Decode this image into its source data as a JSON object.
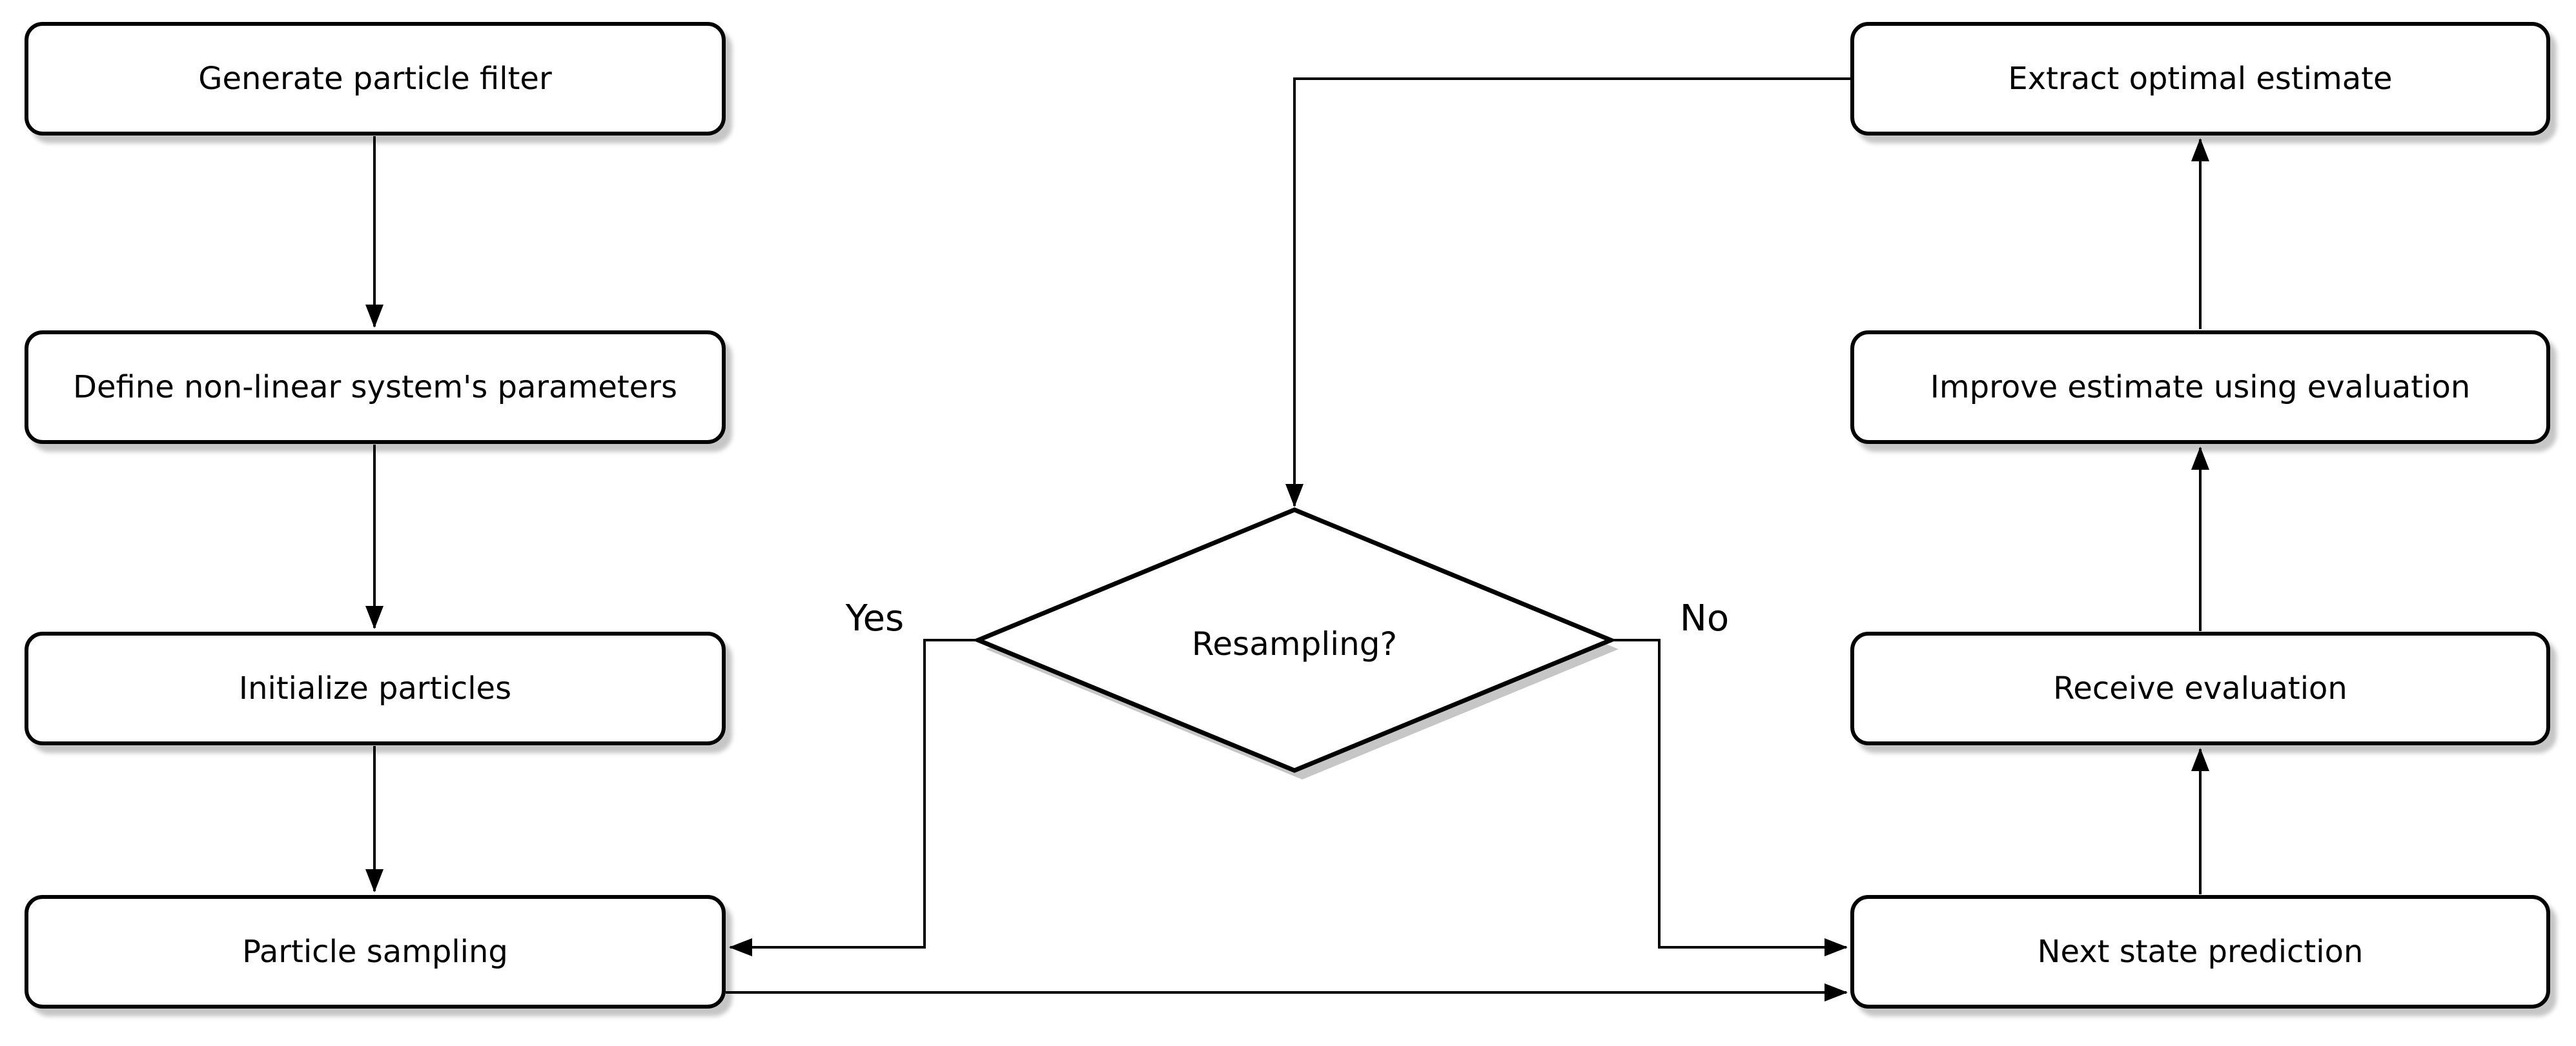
{
  "diagram": {
    "type": "flowchart",
    "background_color": "#ffffff",
    "line_color": "#000000",
    "node_fill_color": "#ffffff",
    "node_border_color": "#000000",
    "shadow_color": "#c6c6c6",
    "text_color": "#000000",
    "nodes": {
      "generate": {
        "label": "Generate particle filter",
        "shape": "rounded-rect"
      },
      "define": {
        "label": "Define non-linear system's parameters",
        "shape": "rounded-rect"
      },
      "initialize": {
        "label": "Initialize particles",
        "shape": "rounded-rect"
      },
      "sampling": {
        "label": "Particle sampling",
        "shape": "rounded-rect"
      },
      "resampling": {
        "label": "Resampling?",
        "shape": "diamond"
      },
      "extract": {
        "label": "Extract optimal estimate",
        "shape": "rounded-rect"
      },
      "improve": {
        "label": "Improve estimate using evaluation",
        "shape": "rounded-rect"
      },
      "receive": {
        "label": "Receive evaluation",
        "shape": "rounded-rect"
      },
      "predict": {
        "label": "Next state prediction",
        "shape": "rounded-rect"
      }
    },
    "edge_labels": {
      "yes": "Yes",
      "no": "No"
    },
    "edges": [
      {
        "from": "generate",
        "to": "define"
      },
      {
        "from": "define",
        "to": "initialize"
      },
      {
        "from": "initialize",
        "to": "sampling"
      },
      {
        "from": "extract",
        "to": "resampling"
      },
      {
        "from": "resampling",
        "to": "sampling",
        "label": "Yes"
      },
      {
        "from": "resampling",
        "to": "predict",
        "label": "No"
      },
      {
        "from": "sampling",
        "to": "predict"
      },
      {
        "from": "predict",
        "to": "receive"
      },
      {
        "from": "receive",
        "to": "improve"
      },
      {
        "from": "improve",
        "to": "extract"
      }
    ]
  }
}
